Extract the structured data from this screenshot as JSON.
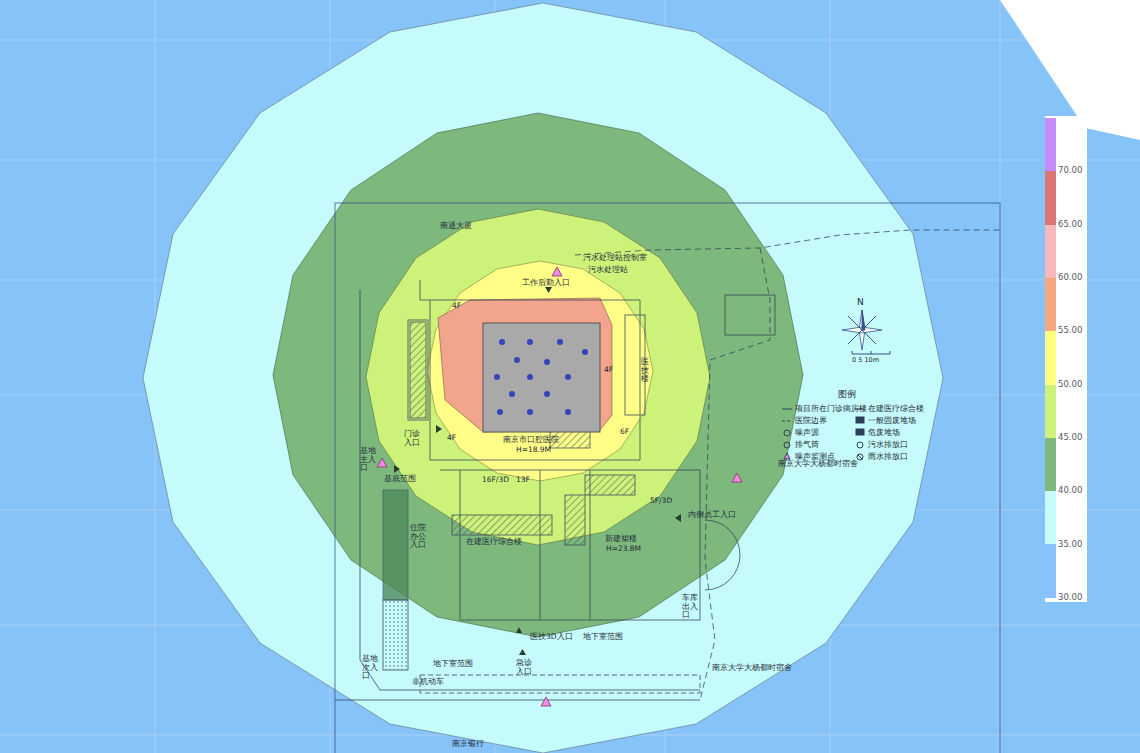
{
  "diagram": {
    "labels": [
      "南通大厦",
      "污水处理站控制室",
      "污水处理站",
      "工作后勤入口",
      "4F",
      "4F",
      "4F",
      "6F",
      "医技楼",
      "南京市口腔医院",
      "H=18.9M",
      "门诊入口",
      "基地主入口",
      "基底范围",
      "16F/3D",
      "13F",
      "5F/3D",
      "在建医疗综合楼",
      "内侧员工入口",
      "南京大学大杨都时宿舍",
      "新建裙楼",
      "H=23.8M",
      "住院办公入口",
      "车库出入口",
      "医技3D入口",
      "地下室范围",
      "急诊入口",
      "地下室范围",
      "基地次入口",
      "非机动车",
      "南京大学大杨都时宿舍",
      "南京银行",
      "N",
      "0 5 10m",
      "图例"
    ],
    "legend": [
      {
        "text": "项目所在门诊病房楼"
      },
      {
        "text": "在建医疗综合楼"
      },
      {
        "text": "医院边界"
      },
      {
        "text": "一般固废堆场"
      },
      {
        "text": "噪声源"
      },
      {
        "text": "危废堆场"
      },
      {
        "text": "排气筒"
      },
      {
        "text": "污水排放口"
      },
      {
        "text": "噪声监测点"
      },
      {
        "text": "雨水排放口"
      },
      {
        "text": "70.00",
        "color": "#c68cf7"
      },
      {
        "text": "65.00",
        "color": "#d97575"
      },
      {
        "text": "60.00",
        "color": "#f7b8bb"
      },
      {
        "text": "55.00",
        "color": "#f5a77f"
      },
      {
        "text": "50.00",
        "color": "#ffff80"
      },
      {
        "text": "45.00",
        "color": "#ccf27a"
      },
      {
        "text": "40.00",
        "color": "#7db87d"
      },
      {
        "text": "35.00",
        "color": "#c6fcfc"
      },
      {
        "text": "30.00",
        "color": "#87c2fa"
      }
    ]
  }
}
